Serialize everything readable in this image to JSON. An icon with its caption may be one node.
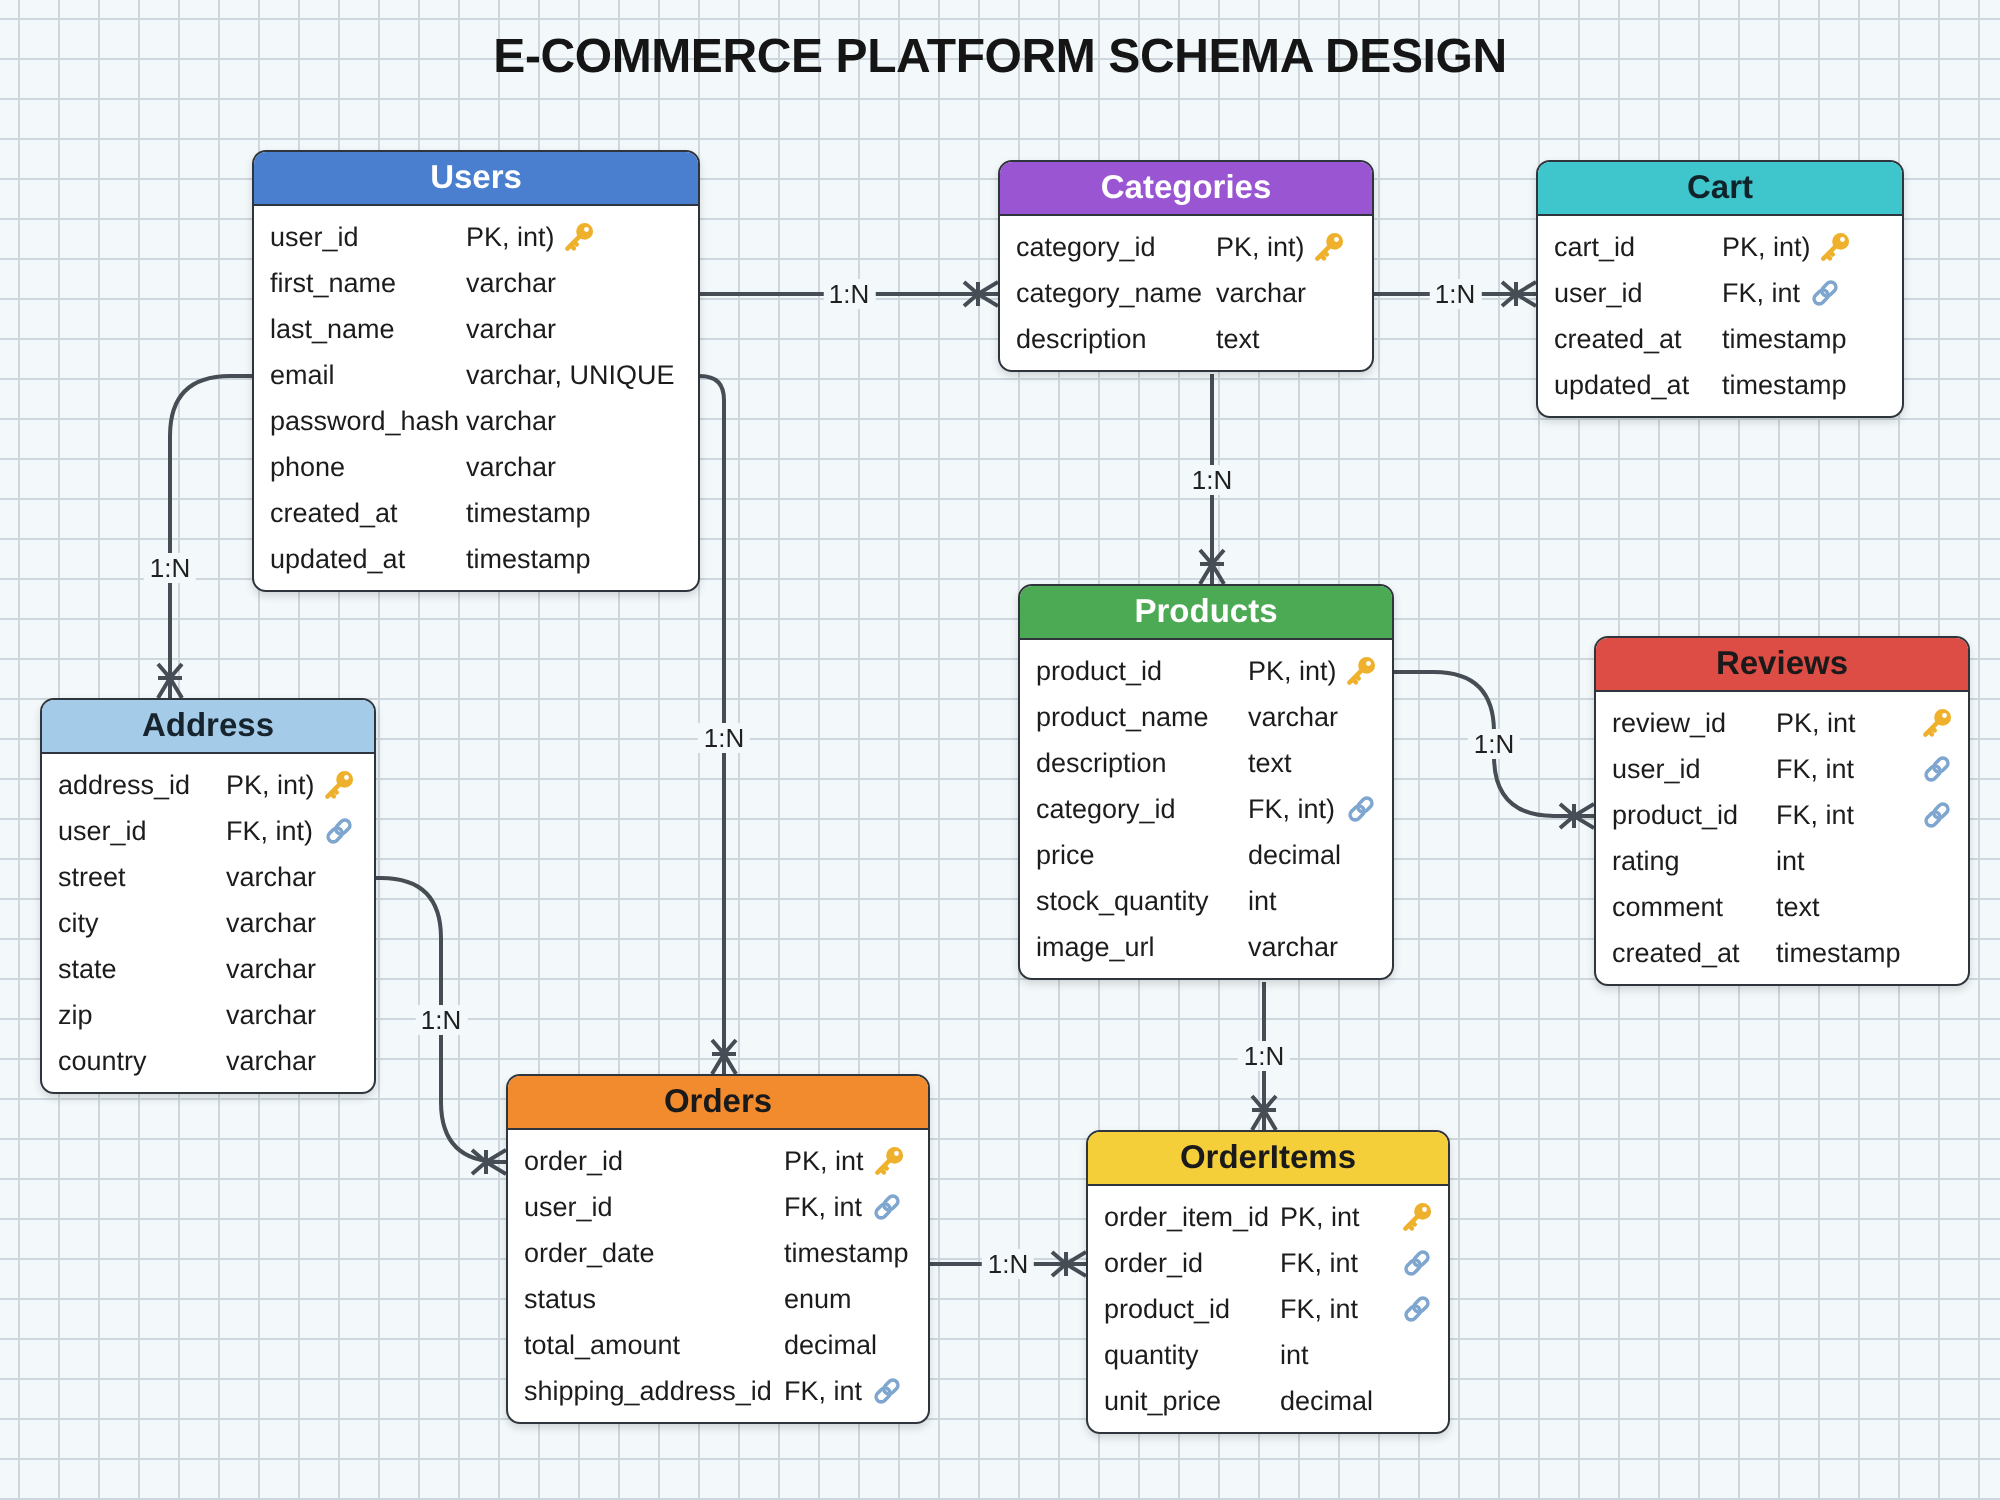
{
  "diagram": {
    "title": "E-COMMERCE PLATFORM SCHEMA DESIGN",
    "nodes": [
      {
        "text": [
          "Users",
          "user_id",
          "PK, int)",
          "first_name",
          "varchar",
          "last_name",
          "varchar",
          "email",
          "varchar, UNIQUE",
          "password_hash",
          "varchar",
          "phone",
          "varchar",
          "created_at",
          "timestamp",
          "updated_at",
          "timestamp"
        ]
      },
      {
        "text": [
          "Categories",
          "category_id",
          "PK, int)",
          "category_name",
          "varchar",
          "description",
          "text"
        ]
      },
      {
        "text": [
          "Cart",
          "cart_id",
          "PK, int)",
          "user_id",
          "FK, int",
          "created_at",
          "timestamp",
          "updated_at",
          "timestamp"
        ]
      },
      {
        "text": [
          "Products",
          "product_id",
          "PK, int)",
          "product_name",
          "varchar",
          "description",
          "text",
          "category_id",
          "FK, int)",
          "price",
          "decimal",
          "stock_quantity",
          "int",
          "image_url",
          "varchar"
        ]
      },
      {
        "text": [
          "Reviews",
          "review_id",
          "PK, int",
          "user_id",
          "FK, int",
          "product_id",
          "FK, int",
          "rating",
          "int",
          "comment",
          "text",
          "created_at",
          "timestamp"
        ]
      },
      {
        "text": [
          "Address",
          "address_id",
          "PK, int)",
          "user_id",
          "FK, int)",
          "street",
          "varchar",
          "city",
          "varchar",
          "state",
          "varchar",
          "zip",
          "varchar",
          "country",
          "varchar"
        ]
      },
      {
        "text": [
          "Orders",
          "order_id",
          "PK, int",
          "user_id",
          "FK, int",
          "order_date",
          "timestamp",
          "status",
          "enum",
          "total_amount",
          "decimal",
          "shipping_address_id",
          "FK, int"
        ]
      },
      {
        "text": [
          "OrderItems",
          "order_item_id",
          "PK, int",
          "order_id",
          "FK, int",
          "product_id",
          "FK, int",
          "quantity",
          "int",
          "unit_price",
          "decimal"
        ]
      }
    ],
    "edges": [
      {
        "from": 0,
        "to": 1,
        "arrow": "to",
        "label": "1:N"
      },
      {
        "from": 1,
        "to": 2,
        "arrow": "to",
        "label": "1:N"
      },
      {
        "from": 1,
        "to": 3,
        "arrow": "to",
        "label": "1:N"
      },
      {
        "from": 0,
        "to": 5,
        "arrow": "to",
        "label": "1:N"
      },
      {
        "from": 0,
        "to": 6,
        "arrow": "to",
        "label": "1:N"
      },
      {
        "from": 5,
        "to": 6,
        "arrow": "to",
        "label": "1:N"
      },
      {
        "from": 3,
        "to": 4,
        "arrow": "to",
        "label": "1:N"
      },
      {
        "from": 3,
        "to": 7,
        "arrow": "to",
        "label": "1:N"
      },
      {
        "from": 6,
        "to": 7,
        "arrow": "to",
        "label": "1:N"
      }
    ]
  }
}
